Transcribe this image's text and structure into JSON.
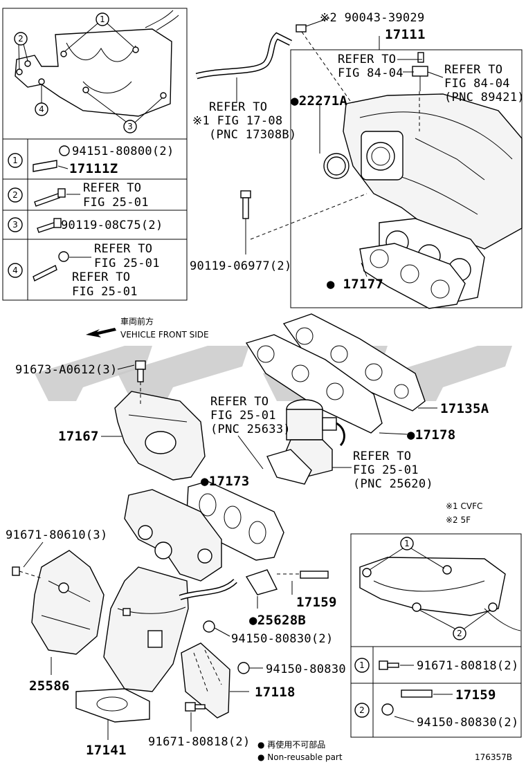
{
  "labels": {
    "p90043": "※2 90043-39029",
    "p17111": "17111",
    "refer_fig84_a_1": "REFER TO",
    "refer_fig84_a_2": "FIG 84-04",
    "refer_fig84_b_1": "REFER TO",
    "refer_fig84_b_2": "FIG 84-04",
    "refer_fig84_b_3": "(PNC 89421)",
    "refer_fig17_1": "REFER TO",
    "refer_fig17_2": "※1 FIG 17-08",
    "refer_fig17_3": "(PNC 17308B)",
    "p22271a": "●22271A",
    "p90119_06977": "90119-06977(2)",
    "p17177": "● 17177",
    "vehicle_jp": "車両前方",
    "vehicle_en": "VEHICLE FRONT SIDE",
    "p91673": "91673-A0612(3)",
    "p17167": "17167",
    "refer_fig25_a_1": "REFER TO",
    "refer_fig25_a_2": "FIG 25-01",
    "refer_fig25_a_3": "(PNC 25633)",
    "p17135a": "17135A",
    "p17178": "●17178",
    "refer_fig25_b_1": "REFER TO",
    "refer_fig25_b_2": "FIG 25-01",
    "refer_fig25_b_3": "(PNC 25620)",
    "p17173": "●17173",
    "note1": "※1 CVFC",
    "note2": "※2 5F",
    "p91671_80610": "91671-80610(3)",
    "p17159": "17159",
    "p25628b": "●25628B",
    "p94150_a": "94150-80830(2)",
    "p94150_b": "94150-80830",
    "p17118": "17118",
    "p25586": "25586",
    "p17141": "17141",
    "p91671_80818": "91671-80818(2)",
    "legend_jp": "● 再使用不可部品",
    "legend_en": "● Non-reusable part",
    "figure_no": "176357B"
  },
  "inset_top": {
    "callout_1": "1",
    "callout_2": "2",
    "callout_3": "3",
    "callout_4": "4",
    "rows": [
      {
        "index": "1",
        "line1": "94151-80800(2)",
        "line2": "17111Z"
      },
      {
        "index": "2",
        "line1": "REFER TO",
        "line2": "FIG 25-01"
      },
      {
        "index": "3",
        "line1": "90119-08C75(2)",
        "line2": ""
      },
      {
        "index": "4",
        "line1": "REFER TO",
        "line2": "FIG 25-01",
        "line3": "REFER TO",
        "line4": "FIG 25-01"
      }
    ]
  },
  "inset_bottom": {
    "callout_1": "1",
    "callout_2": "2",
    "rows": [
      {
        "index": "1",
        "line1": "91671-80818(2)"
      },
      {
        "index": "2",
        "line1": "17159",
        "line2": "94150-80830(2)"
      }
    ]
  },
  "colors": {
    "ink": "#000000",
    "watermark": "#c8c8c8",
    "paper": "#ffffff"
  }
}
